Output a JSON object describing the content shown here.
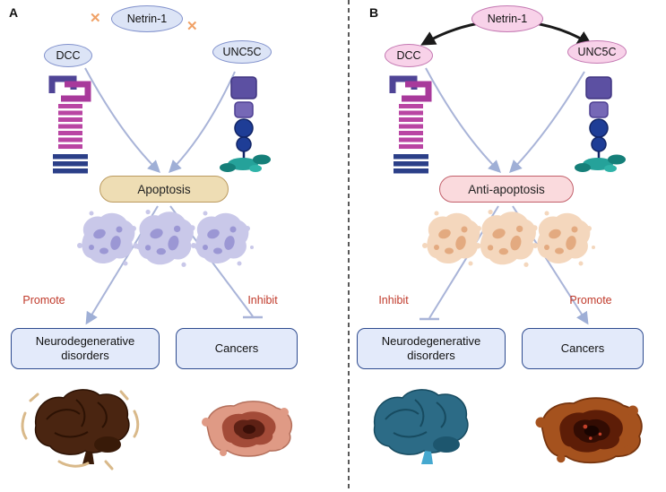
{
  "figure": {
    "icons": {
      "blocked_x": "✕"
    },
    "colors": {
      "effect_text": "#c03a2b",
      "blocked_x": "#f0a166",
      "arrow": "#a3b0d6",
      "black_arrow": "#1a1a1a",
      "panel_a_node_fill": "#dce4f6",
      "panel_a_node_border": "#8191cc",
      "panel_b_node_fill": "#f8d2e9",
      "panel_b_node_border": "#c478b2",
      "apoptosis_fill": "#eeddb4",
      "apoptosis_border": "#bb9a5f",
      "anti_apoptosis_fill": "#fadadd",
      "anti_apoptosis_border": "#c2606b",
      "outcome_box_fill": "#e3eafa",
      "outcome_box_border": "#2e4b8f"
    },
    "panels": [
      {
        "label": "A",
        "ligand": "Netrin-1",
        "receptors": {
          "left": "DCC",
          "right": "UNC5C"
        },
        "process": "Apoptosis",
        "effects": {
          "left": "Promote",
          "right": "Inhibit"
        },
        "outcomes": {
          "left": "Neurodegenerative disorders",
          "right": "Cancers"
        }
      },
      {
        "label": "B",
        "ligand": "Netrin-1",
        "receptors": {
          "left": "DCC",
          "right": "UNC5C"
        },
        "process": "Anti-apoptosis",
        "effects": {
          "left": "Inhibit",
          "right": "Promote"
        },
        "outcomes": {
          "left": "Neurodegenerative disorders",
          "right": "Cancers"
        }
      }
    ]
  }
}
